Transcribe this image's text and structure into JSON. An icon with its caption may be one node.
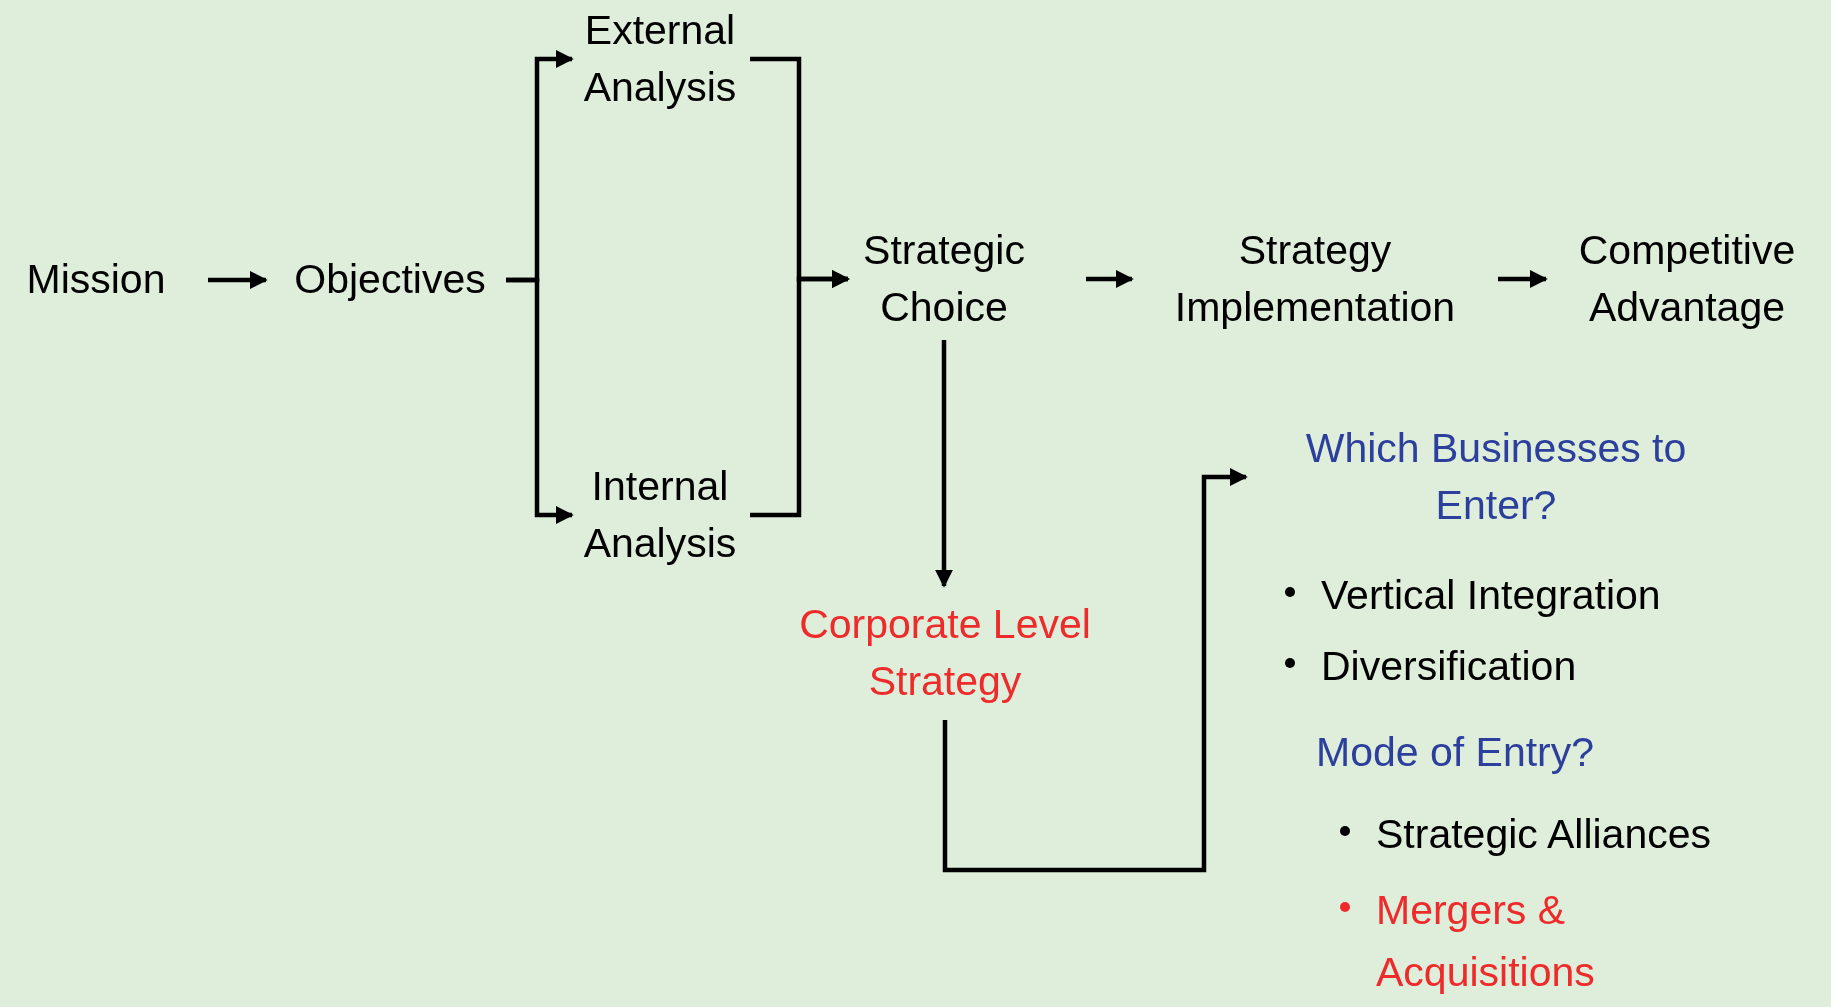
{
  "diagram": {
    "nodes": [
      {
        "text": [
          "Mission"
        ]
      },
      {
        "text": [
          "Objectives"
        ]
      },
      {
        "text": [
          "External Analysis"
        ]
      },
      {
        "text": [
          "Internal Analysis"
        ]
      },
      {
        "text": [
          "Strategic Choice"
        ]
      },
      {
        "text": [
          "Strategy Implementation"
        ]
      },
      {
        "text": [
          "Competitive Advantage"
        ]
      },
      {
        "text": [
          "Corporate Level Strategy"
        ]
      },
      {
        "text": [
          "Which Businesses to Enter?"
        ]
      }
    ],
    "edges": [
      {
        "from": 0,
        "to": 1,
        "arrow": "to"
      },
      {
        "from": 1,
        "to": 2,
        "arrow": "to"
      },
      {
        "from": 1,
        "to": 3,
        "arrow": "to"
      },
      {
        "from": 2,
        "to": 4,
        "arrow": "to"
      },
      {
        "from": 3,
        "to": 4,
        "arrow": "to"
      },
      {
        "from": 4,
        "to": 5,
        "arrow": "to"
      },
      {
        "from": 5,
        "to": 6,
        "arrow": "to"
      },
      {
        "from": 4,
        "to": 7,
        "arrow": "to"
      },
      {
        "from": 7,
        "to": 8,
        "arrow": "to"
      }
    ],
    "labels": [
      "Vertical Integration",
      "Diversification",
      "Mode of Entry?",
      "Strategic Alliances",
      "Mergers & Acquisitions"
    ]
  }
}
